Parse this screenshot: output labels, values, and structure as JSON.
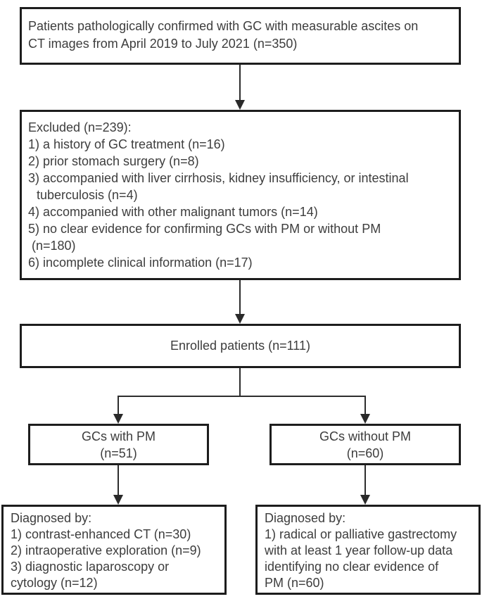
{
  "figure_type": "patient-selection-flowchart",
  "style": {
    "text_color": "#3d3d3d",
    "border_color": "#1d1d1d",
    "connector_color": "#2d2d2d",
    "background_color": "#ffffff"
  },
  "boxes": {
    "source": {
      "lines": [
        "Patients pathologically confirmed with GC with measurable ascites on",
        "CT images from April 2019 to July 2021 (n=350)"
      ]
    },
    "excluded": {
      "lines": [
        "Excluded (n=239):",
        "1) a history of GC treatment (n=16)",
        "2) prior stomach surgery (n=8)",
        "3) accompanied with liver cirrhosis, kidney insufficiency, or intestinal",
        "tuberculosis (n=4)",
        "4) accompanied with other malignant tumors (n=14)",
        "5) no clear evidence for confirming GCs with PM or without PM",
        "(n=180)",
        "6) incomplete clinical information (n=17)"
      ]
    },
    "enrolled": {
      "label": "Enrolled patients (n=111)"
    },
    "with_pm": {
      "lines": [
        "GCs with PM",
        "(n=51)"
      ]
    },
    "without_pm": {
      "lines": [
        "GCs without PM",
        "(n=60)"
      ]
    },
    "diagnosed_with_pm": {
      "lines": [
        "Diagnosed by:",
        "1) contrast-enhanced CT (n=30)",
        "2) intraoperative exploration (n=9)",
        "3) diagnostic laparoscopy or",
        "cytology (n=12)"
      ]
    },
    "diagnosed_without_pm": {
      "lines": [
        "Diagnosed by:",
        "1) radical or palliative gastrectomy",
        "with at least 1 year follow-up data",
        "identifying no clear evidence of",
        "PM (n=60)"
      ]
    }
  }
}
